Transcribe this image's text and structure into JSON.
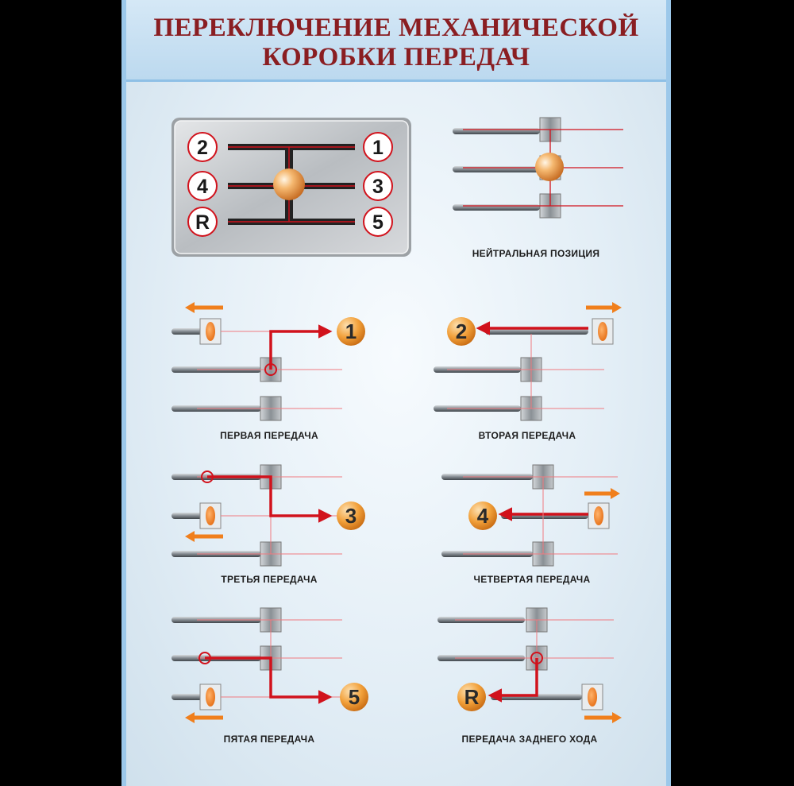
{
  "title": {
    "line1": "ПЕРЕКЛЮЧЕНИЕ МЕХАНИЧЕСКОЙ",
    "line2": "КОРОБКИ ПЕРЕДАЧ"
  },
  "shift_plate": {
    "gears_left": [
      "2",
      "4",
      "R"
    ],
    "gears_right": [
      "1",
      "3",
      "5"
    ]
  },
  "panels": {
    "neutral": "НЕЙТРАЛЬНАЯ ПОЗИЦИЯ",
    "first": {
      "label": "ПЕРВАЯ ПЕРЕДАЧА",
      "gear": "1"
    },
    "second": {
      "label": "ВТОРАЯ ПЕРЕДАЧА",
      "gear": "2"
    },
    "third": {
      "label": "ТРЕТЬЯ ПЕРЕДАЧА",
      "gear": "3"
    },
    "fourth": {
      "label": "ЧЕТВЕРТАЯ ПЕРЕДАЧА",
      "gear": "4"
    },
    "fifth": {
      "label": "ПЯТАЯ ПЕРЕДАЧА",
      "gear": "5"
    },
    "reverse": {
      "label": "ПЕРЕДАЧА ЗАДНЕГО ХОДА",
      "gear": "R"
    }
  },
  "colors": {
    "title": "#8a1e22",
    "path": "#d1121c",
    "arrow": "#f07f1c",
    "badge": "#f0a33c",
    "rod": "#6f767c"
  }
}
